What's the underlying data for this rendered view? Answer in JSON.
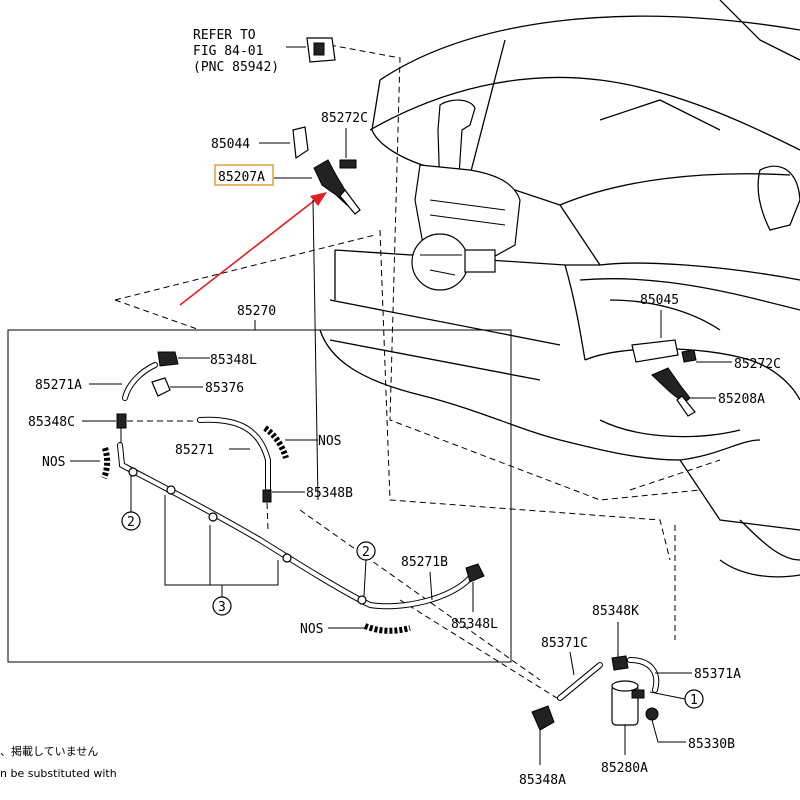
{
  "refer": {
    "line1": "REFER TO",
    "line2": "FIG 84-01",
    "line3": "(PNC 85942)"
  },
  "labels": {
    "p85044": "85044",
    "p85272C_top": "85272C",
    "p85207A": "85207A",
    "p85270": "85270",
    "p85348L_top": "85348L",
    "p85271A": "85271A",
    "p85376": "85376",
    "p85348C": "85348C",
    "p85271": "85271",
    "nos_1": "NOS",
    "nos_2": "NOS",
    "p85348B": "85348B",
    "p85271B": "85271B",
    "nos_3": "NOS",
    "p85348L_bottom": "85348L",
    "p85045": "85045",
    "p85272C_right": "85272C",
    "p85208A": "85208A",
    "p85348K": "85348K",
    "p85371C": "85371C",
    "p85371A": "85371A",
    "p85330B": "85330B",
    "p85280A": "85280A",
    "p85348A": "85348A"
  },
  "callouts": {
    "c1": "1",
    "c2a": "2",
    "c2b": "2",
    "c3": "3"
  },
  "notes": {
    "line1": "、掲載していません",
    "line2": "n be substituted with"
  },
  "highlight": {
    "target": "85207A",
    "box_color": "#e0a040",
    "arrow_color": "#e02020"
  }
}
